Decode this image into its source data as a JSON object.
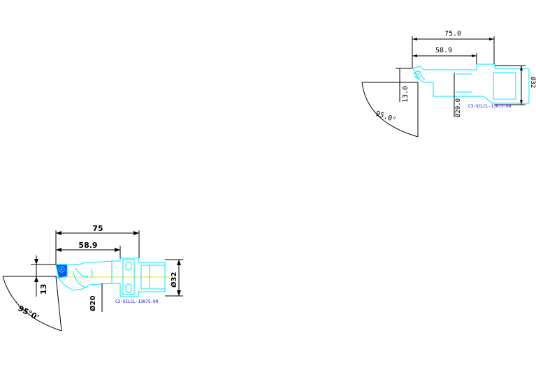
{
  "colors": {
    "background": "#ffffff",
    "outline": "#00e5ff",
    "insert": "#1a4dff",
    "centerline": "#e6e600",
    "dimension": "#000000",
    "part_label": "#0000ee"
  },
  "top_drawing": {
    "overall_length": "75.0",
    "insert_length": "58.9",
    "offset": "13.0",
    "neck_diameter": "Ø20.0",
    "shank_diameter": "Ø32",
    "angle": "95.0°",
    "part_number": "C3-SCLCL-13075-09"
  },
  "bottom_drawing": {
    "overall_length": "75",
    "insert_length": "58.9",
    "offset": "13",
    "neck_diameter": "Ø20",
    "shank_diameter": "Ø32",
    "angle": "95°0'",
    "part_number": "C3-SCLCL-13075-09"
  }
}
